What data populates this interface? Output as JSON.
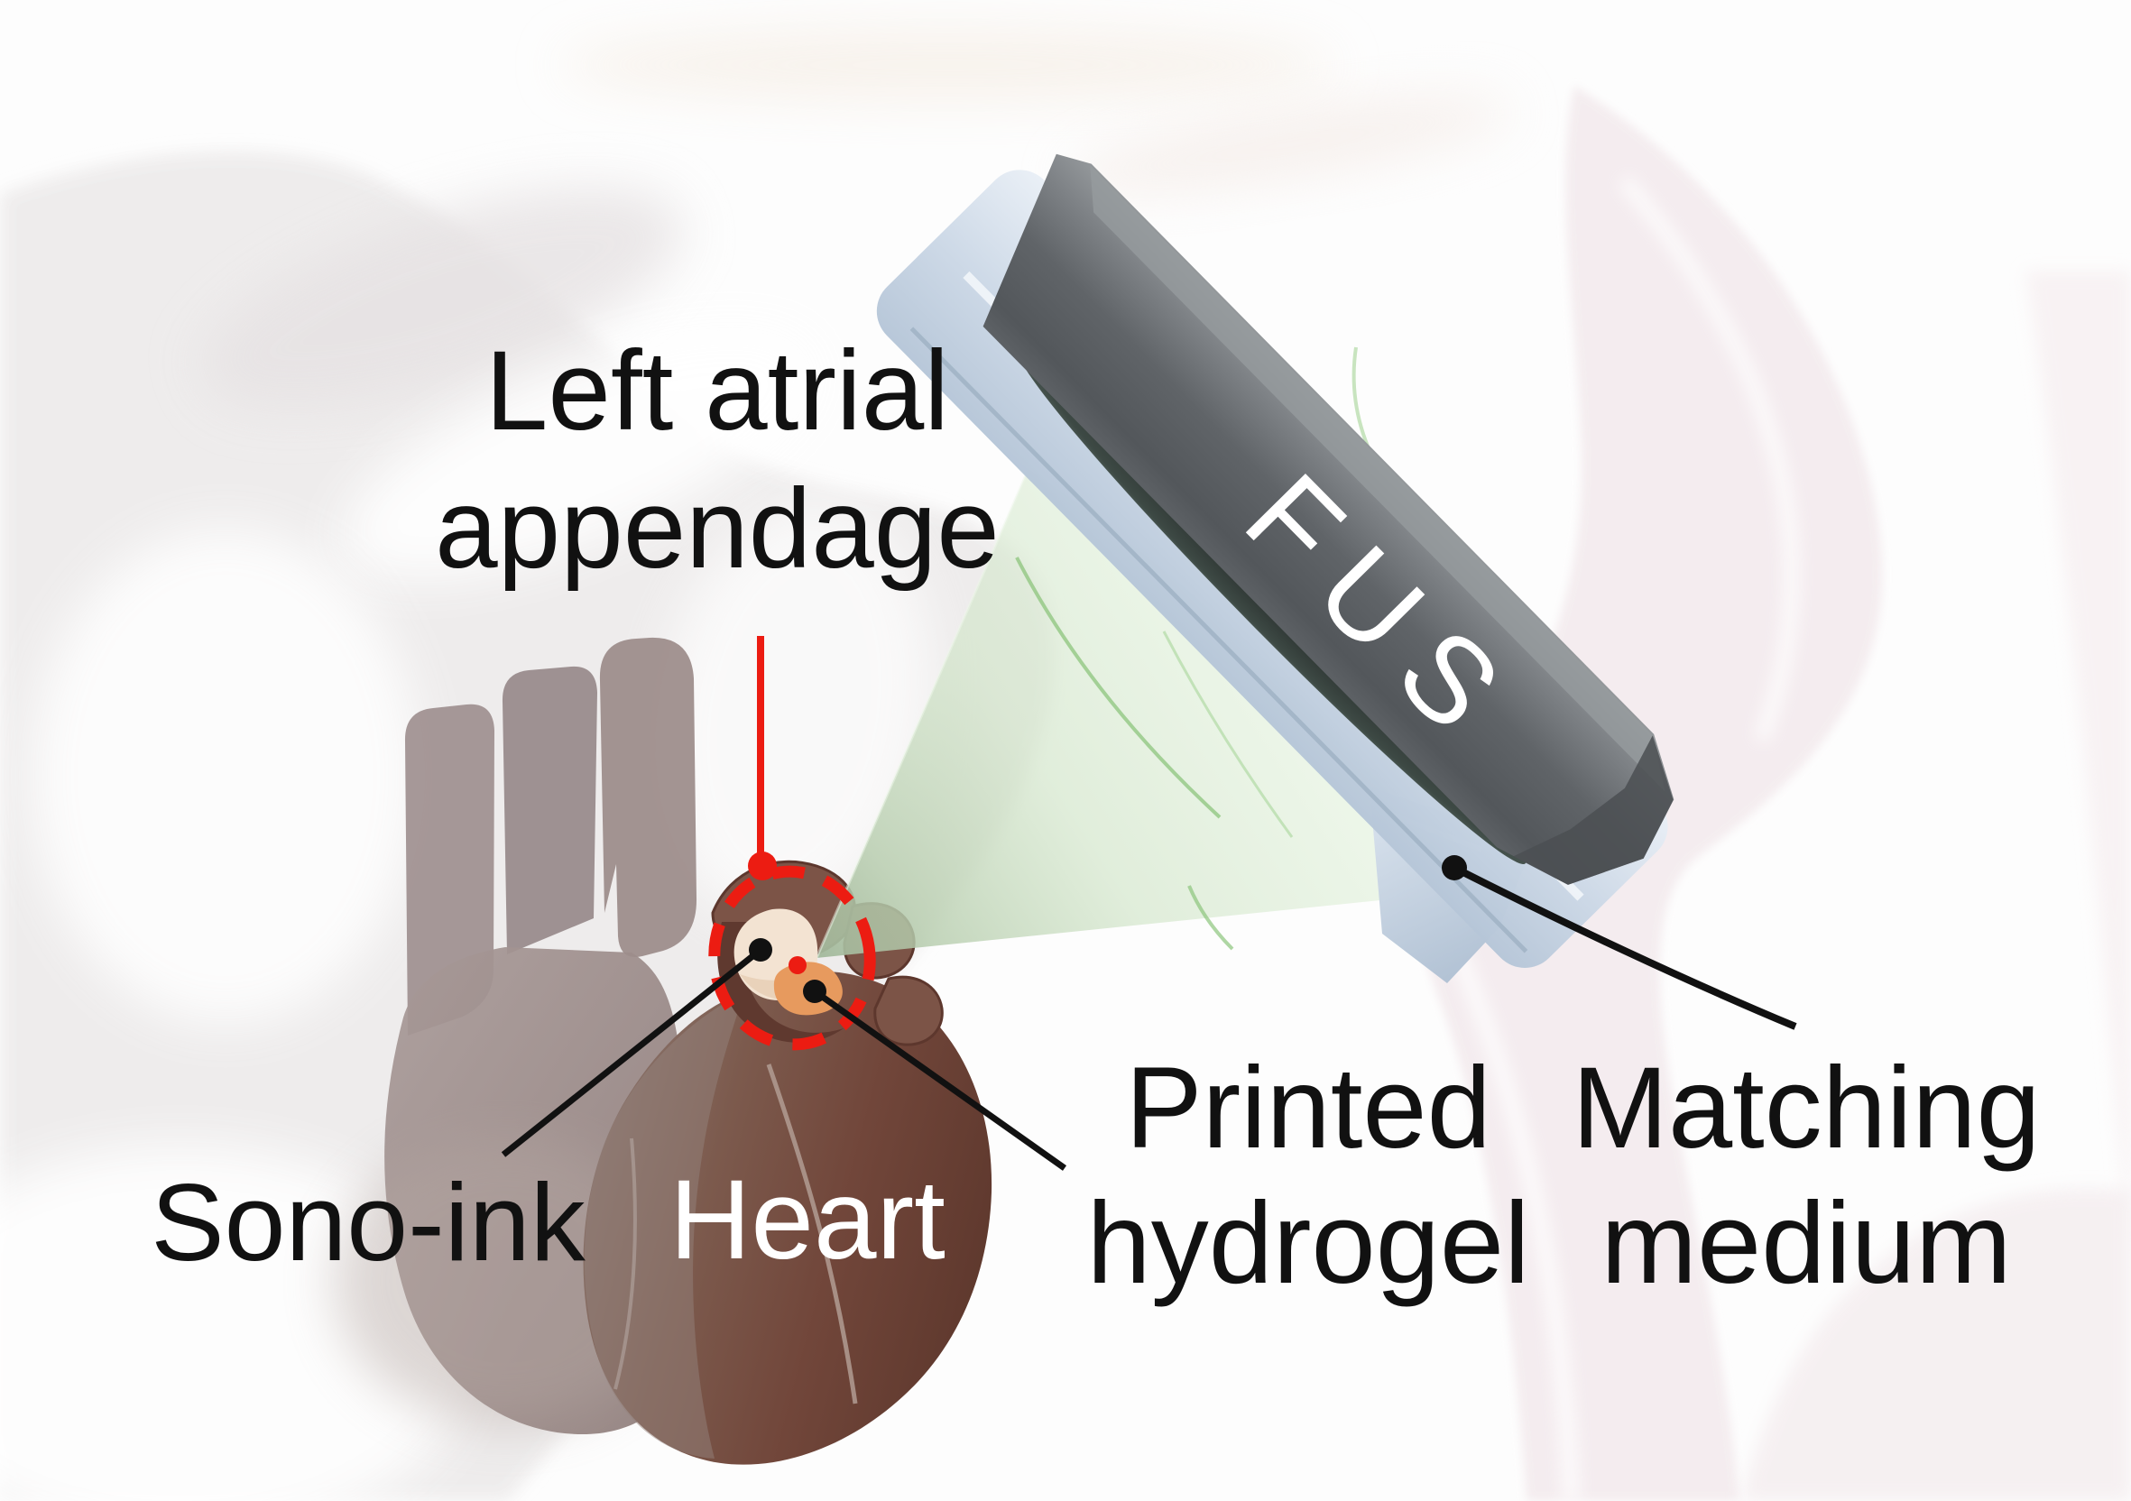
{
  "figure": {
    "type": "scientific-illustration",
    "description": "Focused ultrasound (FUS) transducer with matching medium emitting a focused green beam through tissue onto the left atrial appendage of a heart, where sono-ink is printed into hydrogel",
    "labels": {
      "left_atrial_appendage_line1": "Left atrial",
      "left_atrial_appendage_line2": "appendage",
      "fus": "FUS",
      "sono_ink": "Sono-ink",
      "heart": "Heart",
      "printed_hydrogel_line1": "Printed",
      "printed_hydrogel_line2": "hydrogel",
      "matching_medium_line1": "Matching",
      "matching_medium_line2": "medium"
    },
    "colors": {
      "background": "#fdfdfd",
      "label_text": "#111111",
      "light_text": "#ffffff",
      "accent_red": "#ec1c12",
      "leader_black": "#111111",
      "beam_green_light": "#dff0d8",
      "beam_green_deep": "#a2b89b",
      "beam_wavefront_green": "#8cc47c",
      "heart_maroon": "#6f4537",
      "vessel_gray": "#9e8f8e",
      "transducer_gray": "#62666a",
      "matching_medium_blue": "#cdd9e7",
      "sono_ink_cream": "#f3e3d2",
      "hydrogel_orange": "#e79a5e"
    }
  }
}
